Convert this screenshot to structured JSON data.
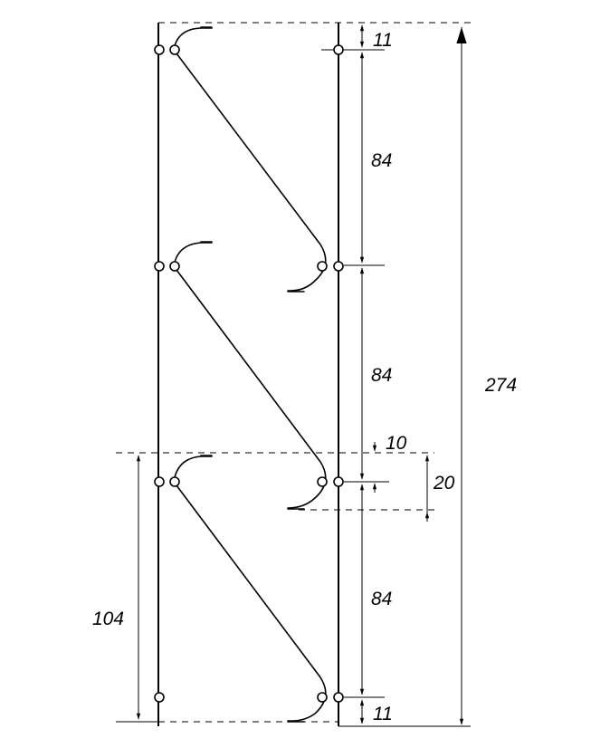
{
  "dimensions": {
    "top_gap": "11",
    "span_1": "84",
    "span_2": "84",
    "offset_small": "10",
    "offset_total": "20",
    "span_3": "84",
    "bottom_gap": "11",
    "overall_height": "274",
    "lower_bay": "104"
  }
}
